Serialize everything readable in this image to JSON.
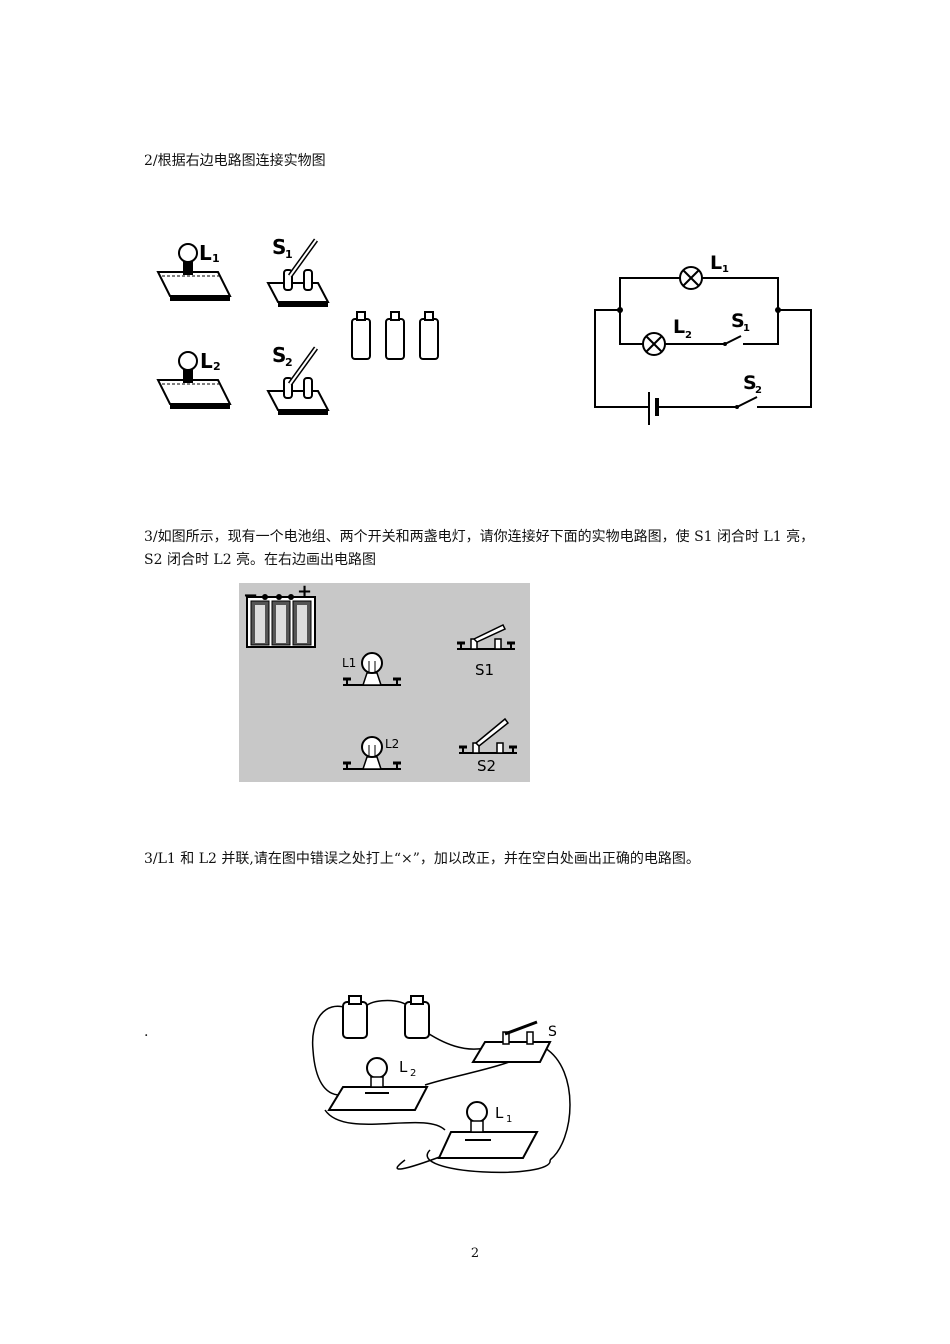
{
  "q2": {
    "text": "2/根据右边电路图连接实物图"
  },
  "q3a": {
    "text": "3/如图所示，现有一个电池组、两个开关和两盏电灯，请你连接好下面的实物电路图，使 S1 闭合时 L1 亮，S2 闭合时 L2 亮。在右边画出电路图"
  },
  "q3b": {
    "text": "3/L1 和 L2 并联,请在图中错误之处打上“×”，加以改正，并在空白处画出正确的电路图。"
  },
  "dot": ".",
  "page_number": "2",
  "fig1": {
    "L1": "L",
    "L1_sub": "1",
    "L2": "L",
    "L2_sub": "2",
    "S1": "S",
    "S1_sub": "1",
    "S2": "S",
    "S2_sub": "2"
  },
  "fig2": {
    "L1": "L",
    "L1_sub": "1",
    "L2": "L",
    "L2_sub": "2",
    "S1": "S",
    "S1_sub": "1",
    "S2": "S",
    "S2_sub": "2"
  },
  "fig3": {
    "minus": "−",
    "plus": "+",
    "L1": "L1",
    "L2": "L2",
    "S1": "S1",
    "S2": "S2",
    "bg": "#c8c8c8"
  },
  "fig4": {
    "L1": "L",
    "L1_sub": "1",
    "L2": "L",
    "L2_sub": "2",
    "S": "S"
  }
}
